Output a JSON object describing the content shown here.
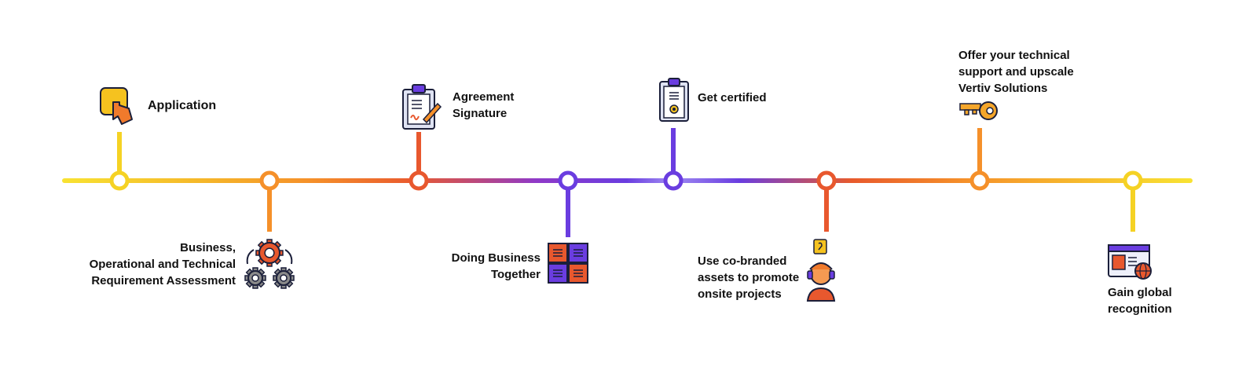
{
  "colors": {
    "yellow": "#f5d224",
    "orange": "#f5902a",
    "red_orange": "#e85a2c",
    "purple": "#6a3de0",
    "light_purple": "#9a86f0",
    "outline": "#1b1f3a"
  },
  "steps": [
    {
      "lines": [
        "Application"
      ],
      "icon": "hand-click-icon",
      "color": "#f5d224"
    },
    {
      "lines": [
        "Business,",
        "Operational and Technical",
        "Requirement Assessment"
      ],
      "icon": "gears-icon",
      "color": "#f5902a"
    },
    {
      "lines": [
        "Agreement",
        "Signature"
      ],
      "icon": "clipboard-signature-icon",
      "color": "#e8582e"
    },
    {
      "lines": [
        "Doing Business",
        "Together"
      ],
      "icon": "handshake-hands-icon",
      "color": "#6a3de0"
    },
    {
      "lines": [
        "Get certified"
      ],
      "icon": "certificate-clipboard-icon",
      "color": "#6a3de0"
    },
    {
      "lines": [
        "Use co-branded",
        "assets to promote",
        "onsite projects"
      ],
      "icon": "headset-agent-icon",
      "color": "#e8582e"
    },
    {
      "lines": [
        "Offer your technical",
        "support and upscale",
        "Vertiv Solutions"
      ],
      "icon": "key-icon",
      "color": "#f5902a"
    },
    {
      "lines": [
        "Gain global",
        "recognition"
      ],
      "icon": "global-web-icon",
      "color": "#f5d224"
    }
  ]
}
